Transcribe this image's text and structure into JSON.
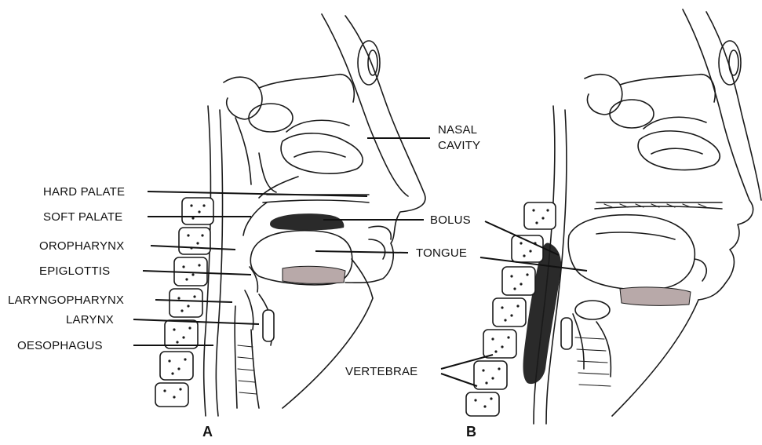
{
  "figure": {
    "panel_a": {
      "letter": "A",
      "labels": {
        "nasal_cavity_1": "NASAL",
        "nasal_cavity_2": "CAVITY",
        "hard_palate": "HARD PALATE",
        "soft_palate": "SOFT PALATE",
        "bolus": "BOLUS",
        "oropharynx": "OROPHARYNX",
        "tongue": "TONGUE",
        "epiglottis": "EPIGLOTTIS",
        "laryngopharynx": "LARYNGOPHARYNX",
        "larynx": "LARYNX",
        "oesophagus": "OESOPHAGUS"
      }
    },
    "panel_b": {
      "letter": "B",
      "labels": {
        "vertebrae": "VERTEBRAE"
      }
    }
  }
}
